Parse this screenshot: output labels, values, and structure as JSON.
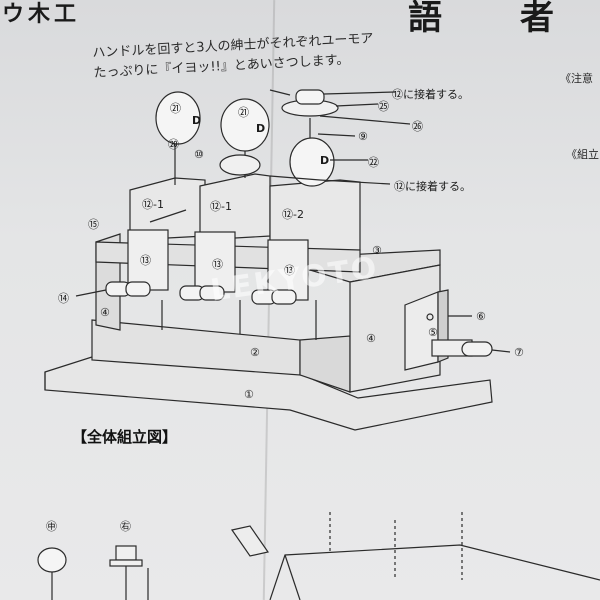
{
  "header": {
    "title_fragment_left": "ウ木工",
    "title_fragment_mid": "語",
    "title_fragment_right": "者"
  },
  "intro": {
    "line1": "ハンドルを回すと3人の紳士がそれぞれユーモア",
    "line2": "たっぷりに『イヨッ!!』とあいさつします。"
  },
  "side_notes": {
    "caution": "《注意",
    "assembly": "《組立"
  },
  "callouts": {
    "c12_glue_top": "⑫に接着する。",
    "c25": "㉕",
    "c26": "㉖",
    "c9": "⑨",
    "c22": "㉒",
    "c12_glue_mid": "⑫に接着する。",
    "c21a": "㉑",
    "c21b": "㉑",
    "c20": "⑳",
    "c10": "⑩",
    "c12_1a": "⑫-1",
    "c12_1b": "⑫-1",
    "c12_2": "⑫-2",
    "c15": "⑮",
    "c13a": "⑬",
    "c13b": "⑬",
    "c13c": "⑬",
    "c14": "⑭",
    "c4a": "④",
    "c4b": "④",
    "c3": "③",
    "c2": "②",
    "c1": "①",
    "c5": "⑤",
    "c6": "⑥",
    "c7": "⑦",
    "d_a": "D",
    "d_b": "D",
    "d_c": "D"
  },
  "section": {
    "heading": "【全体組立図】",
    "sub_a": "㊥",
    "sub_b": "㊨"
  },
  "watermark": "LEKYOTO"
}
